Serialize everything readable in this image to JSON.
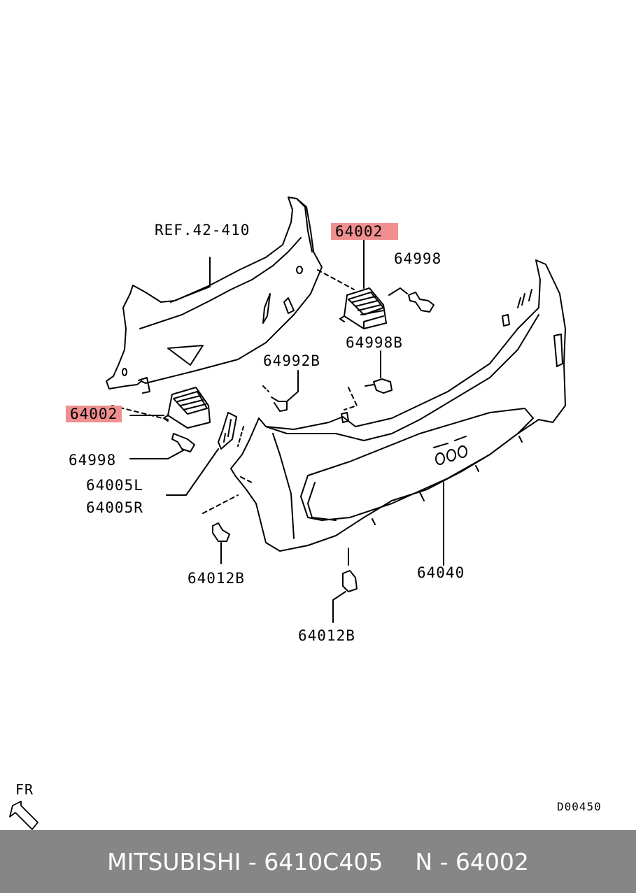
{
  "diagram": {
    "labels": {
      "ref": "REF.42-410",
      "top_part": "64002",
      "top_bolt": "64998",
      "top_bolt_b": "64998B",
      "screw": "64992B",
      "left_part": "64002",
      "left_bolt": "64998",
      "bracket_l": "64005L",
      "bracket_r": "64005R",
      "clip_left": "64012B",
      "bumper": "64040",
      "clip_bottom": "64012B"
    },
    "direction": "FR",
    "drawing_code": "D00450",
    "highlight_color": "#f08f8f"
  },
  "footer": {
    "brand_part": "MITSUBISHI - 6410C405",
    "ref_number": "N - 64002",
    "background": "#868686"
  }
}
